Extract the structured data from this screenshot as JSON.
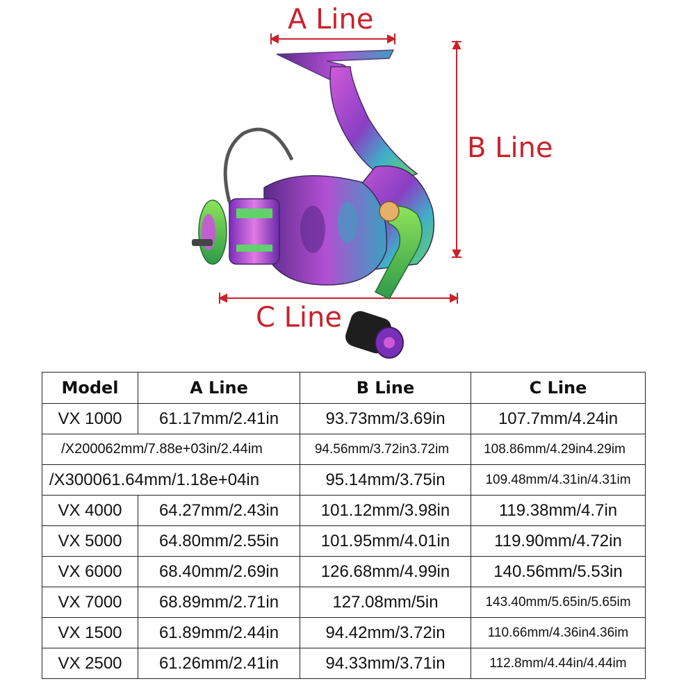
{
  "dimensions": {
    "a_label": "A Line",
    "b_label": "B Line",
    "c_label": "C Line",
    "color": "#c8232c"
  },
  "product": {
    "illustration": "spinning-fishing-reel",
    "finish_colors": [
      "#9b4fd0",
      "#5fd36a",
      "#3aa7c9",
      "#d25bd6"
    ]
  },
  "table": {
    "headers": [
      "Model",
      "A Line",
      "B Line",
      "C Line"
    ],
    "rows": [
      [
        "VX 1000",
        "61.17mm/2.41in",
        "93.73mm/3.69in",
        "107.7mm/4.24in"
      ],
      [
        "/X200062mm/7.88e+03in/2.44im",
        "",
        "94.56mm/3.72in3.72im",
        "108.86mm/4.29in4.29im"
      ],
      [
        "/X300061.64mm/1.18e+04in",
        "",
        "95.14mm/3.75in",
        "109.48mm/4.31in/4.31im"
      ],
      [
        "VX 4000",
        "64.27mm/2.43in",
        "101.12mm/3.98in",
        "119.38mm/4.7in"
      ],
      [
        "VX 5000",
        "64.80mm/2.55in",
        "101.95mm/4.01in",
        "119.90mm/4.72in"
      ],
      [
        "VX 6000",
        "68.40mm/2.69in",
        "126.68mm/4.99in",
        "140.56mm/5.53in"
      ],
      [
        "VX 7000",
        "68.89mm/2.71in",
        "127.08mm/5in",
        "143.40mm/5.65in/5.65im"
      ],
      [
        "VX 1500",
        "61.89mm/2.44in",
        "94.42mm/3.72in",
        "110.66mm/4.36in4.36im"
      ],
      [
        "VX 2500",
        "61.26mm/2.41in",
        "94.33mm/3.71in",
        "112.8mm/4.44in/4.44im"
      ]
    ]
  }
}
